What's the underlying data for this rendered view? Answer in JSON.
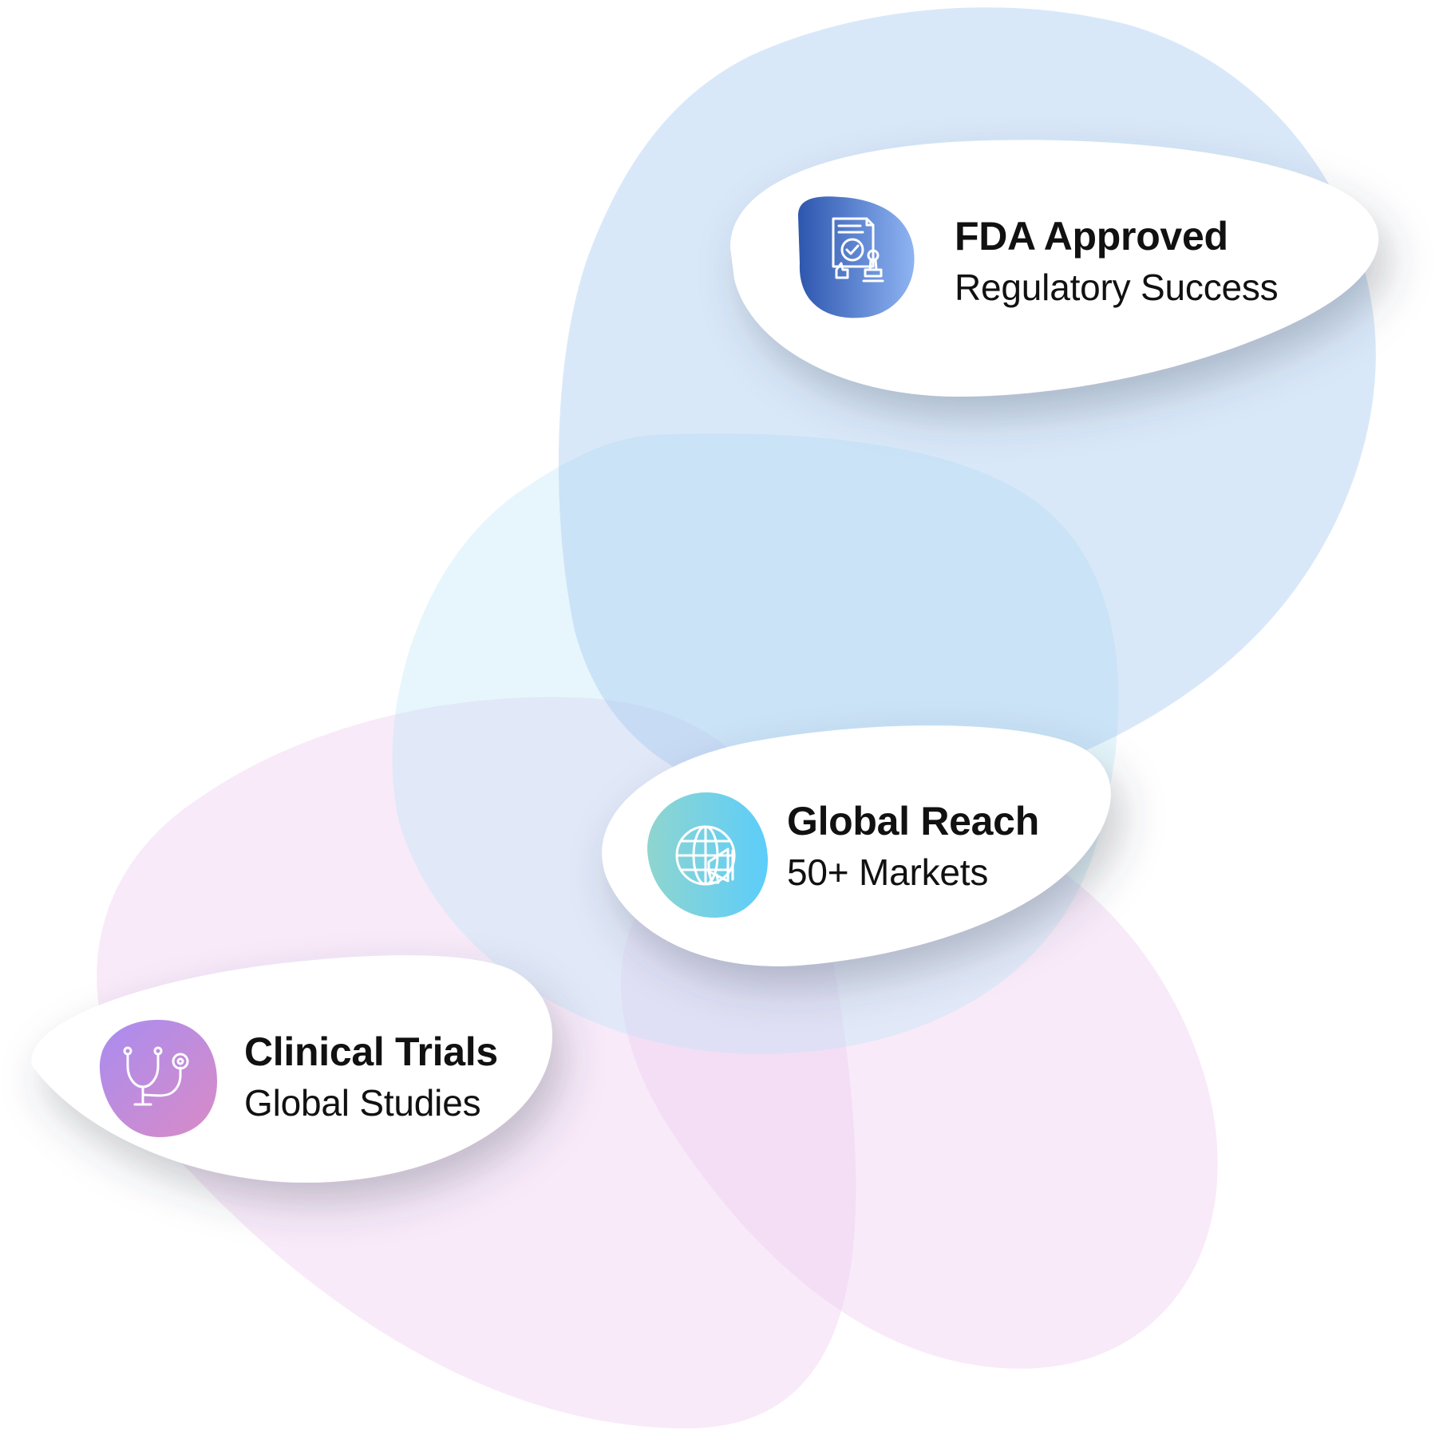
{
  "colors": {
    "blue_blob": "#c8def8",
    "cyan_blob": "#cfeaf6",
    "pink_blob": "#f2dcf4",
    "card_fill": "#ffffff",
    "text": "#111111",
    "icon_fda_gradient": [
      "#2d56ae",
      "#8fb4f3"
    ],
    "icon_global_gradient": [
      "#8fd5cf",
      "#5ccdfa"
    ],
    "icon_clinical_gradient": [
      "#a98cf0",
      "#d98bc6"
    ]
  },
  "cards": [
    {
      "id": "fda",
      "title": "FDA Approved",
      "subtitle": "Regulatory Success",
      "icon": "certificate-approval-icon"
    },
    {
      "id": "global",
      "title": "Global Reach",
      "subtitle": "50+ Markets",
      "icon": "globe-megaphone-icon"
    },
    {
      "id": "clinical",
      "title": "Clinical Trials",
      "subtitle": "Global Studies",
      "icon": "stethoscope-icon"
    }
  ]
}
